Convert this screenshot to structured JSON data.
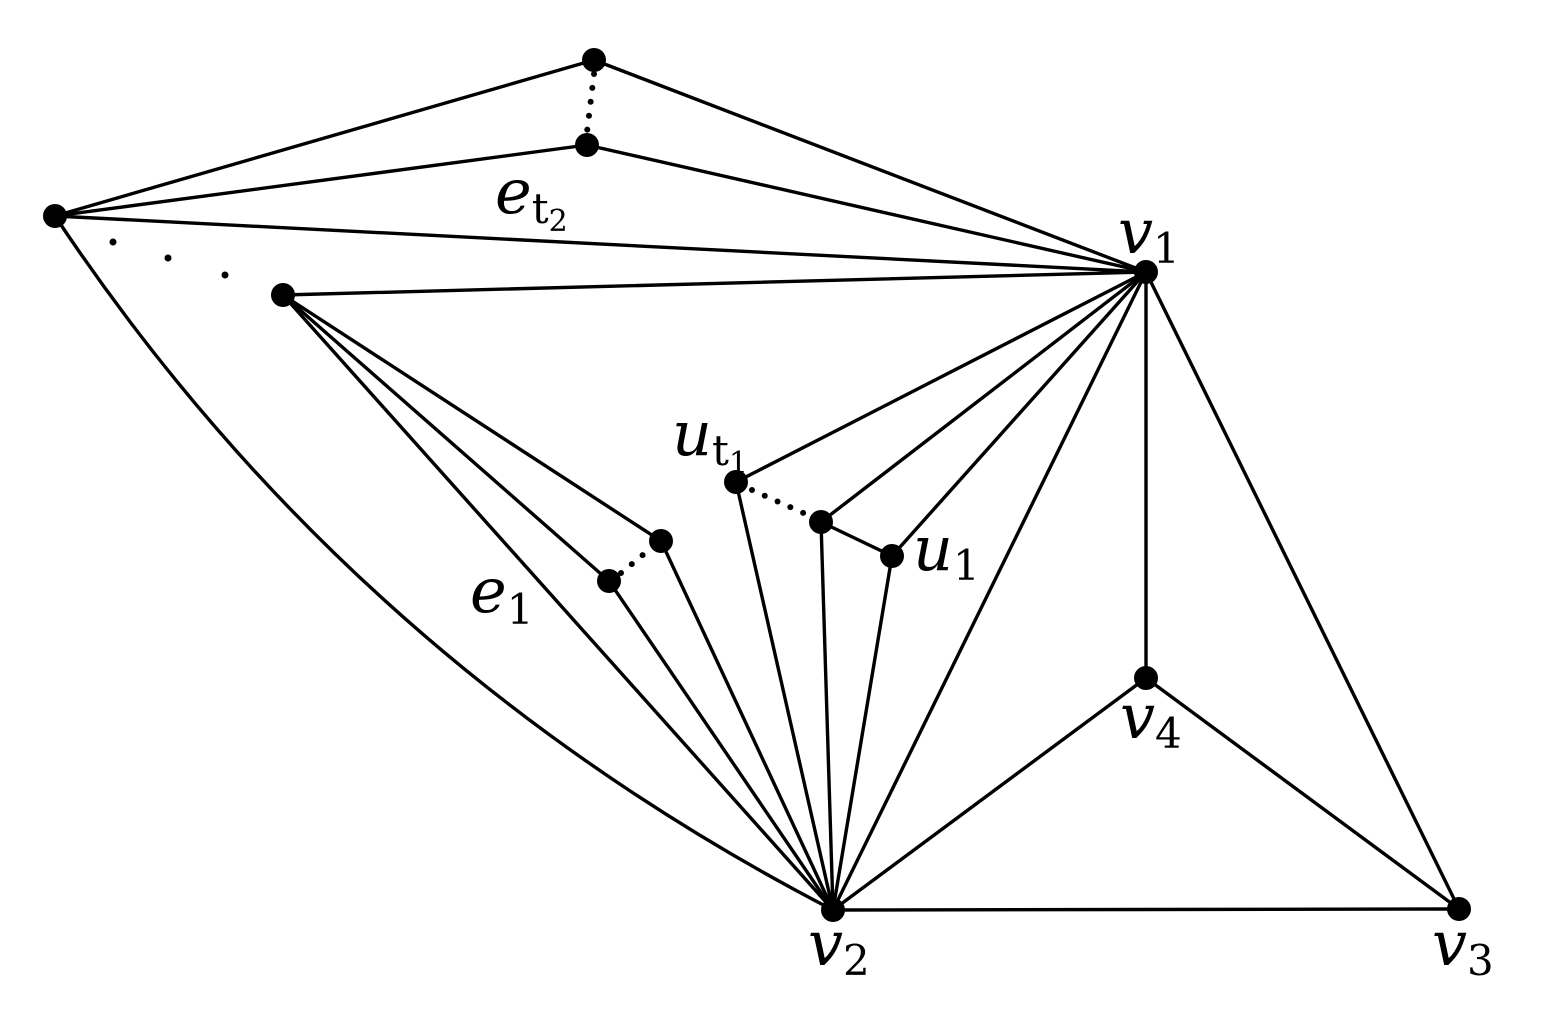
{
  "diagram": {
    "labels": {
      "v1": {
        "base": "v",
        "sub": "1"
      },
      "v2": {
        "base": "v",
        "sub": "2"
      },
      "v3": {
        "base": "v",
        "sub": "3"
      },
      "v4": {
        "base": "v",
        "sub": "4"
      },
      "u1": {
        "base": "u",
        "sub": "1"
      },
      "ut1": {
        "base": "u",
        "sub": "t",
        "subsub": "1"
      },
      "e1": {
        "base": "e",
        "sub": "1"
      },
      "et2": {
        "base": "e",
        "sub": "t",
        "subsub": "2"
      }
    },
    "colors": {
      "stroke": "#000000",
      "background": "#ffffff"
    }
  }
}
